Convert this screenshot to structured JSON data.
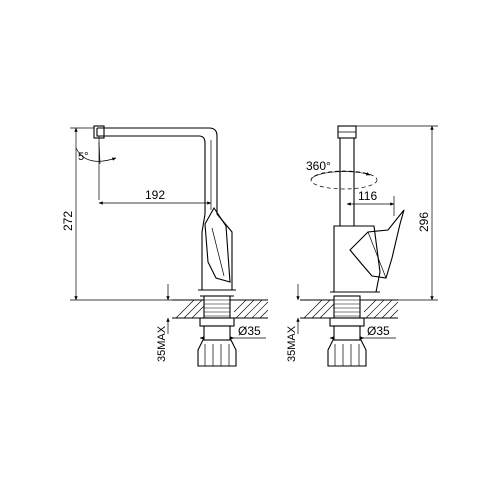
{
  "dimensions": {
    "side_view": {
      "angle": "5°",
      "reach": "192",
      "height": "272",
      "max_deck": "35MAX",
      "hole_diameter": "Ø35"
    },
    "front_view": {
      "rotation": "360°",
      "spout_offset": "116",
      "height": "296",
      "max_deck": "35MAX",
      "hole_diameter": "Ø35"
    }
  }
}
